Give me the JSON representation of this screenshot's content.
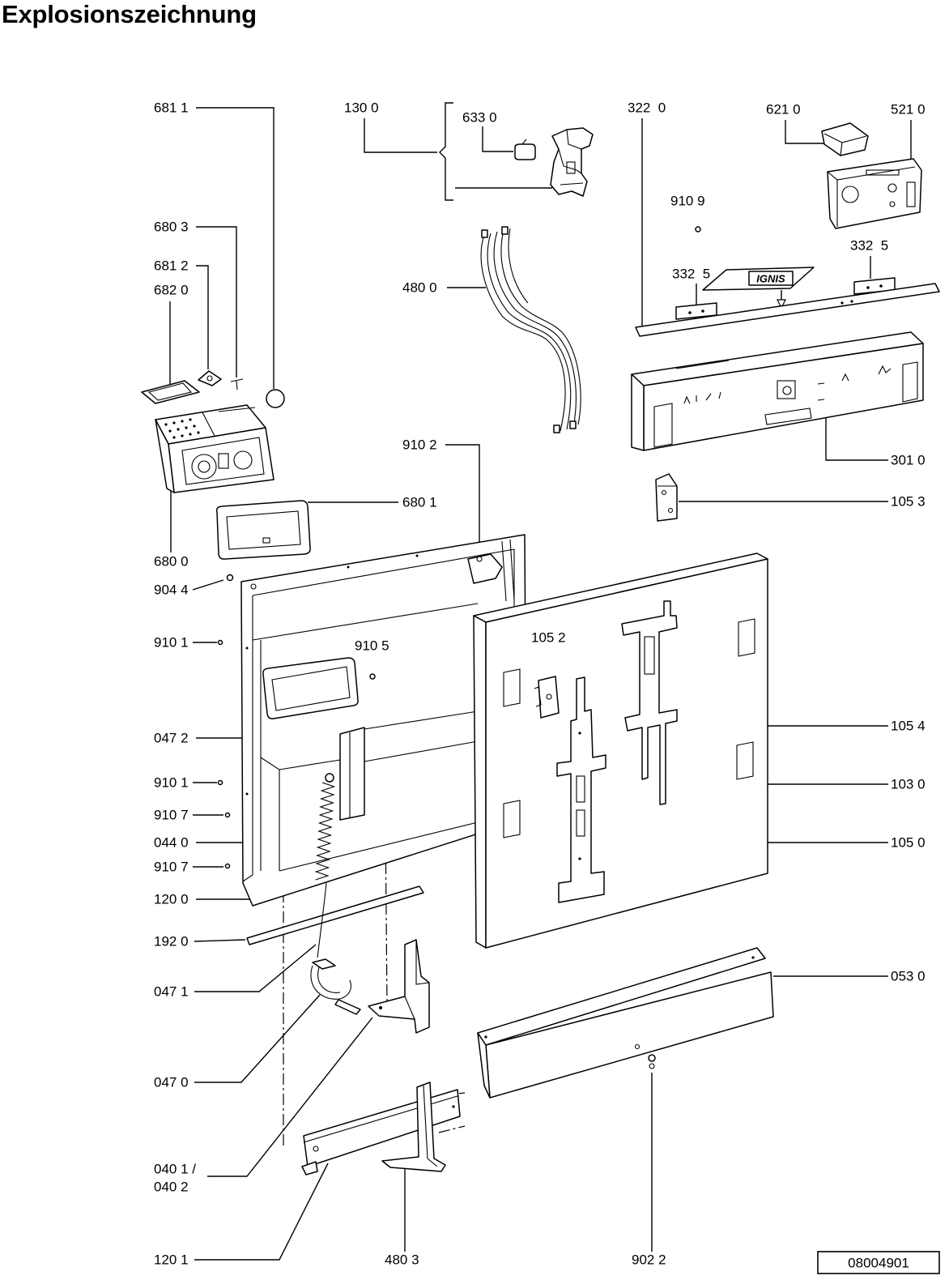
{
  "title": "Explosionszeichnung",
  "part_labels": [
    "681 1",
    "130 0",
    "633 0",
    "322  0",
    "621 0",
    "521 0",
    "910 9",
    "680 3",
    "332  5",
    "681 2",
    "332  5",
    "480 0",
    "682 0",
    "910 2",
    "301 0",
    "680 1",
    "105 3",
    "680 0",
    "904 4",
    "105 2",
    "910 1",
    "910 5",
    "047 2",
    "105 4",
    "910 1",
    "103 0",
    "910 7",
    "044 0",
    "105 0",
    "910 7",
    "120 0",
    "192 0",
    "053 0",
    "047 1",
    "047 0",
    "040 1 /",
    "040 2",
    "120 1",
    "480 3",
    "902 2"
  ],
  "plate_logo": "IGNIS",
  "drawing_number": "08004901"
}
